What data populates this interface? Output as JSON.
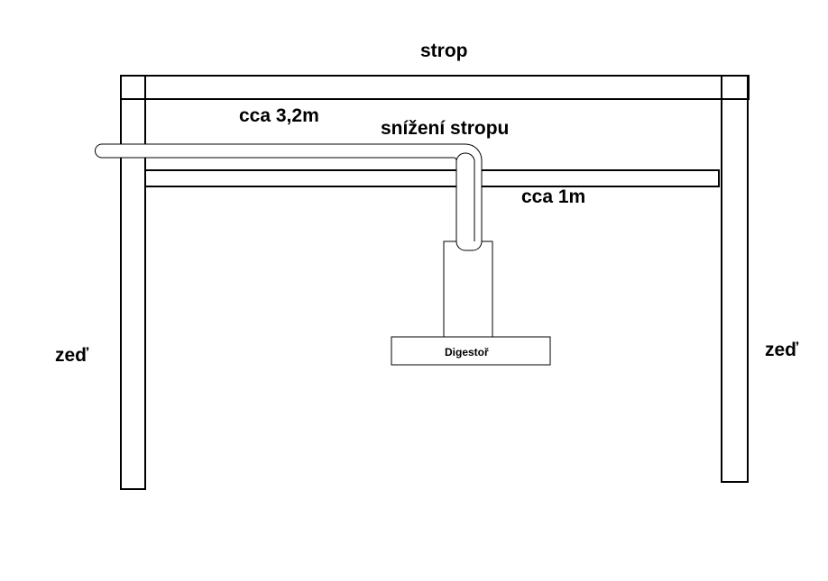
{
  "labels": {
    "ceiling": "strop",
    "length_horizontal": "cca 3,2m",
    "ceiling_drop": "snížení stropu",
    "length_vertical": "cca 1m",
    "wall_left": "zeď",
    "wall_right": "zeď",
    "hood": "Digestoř"
  },
  "colors": {
    "stroke": "#000000",
    "background": "#ffffff"
  }
}
